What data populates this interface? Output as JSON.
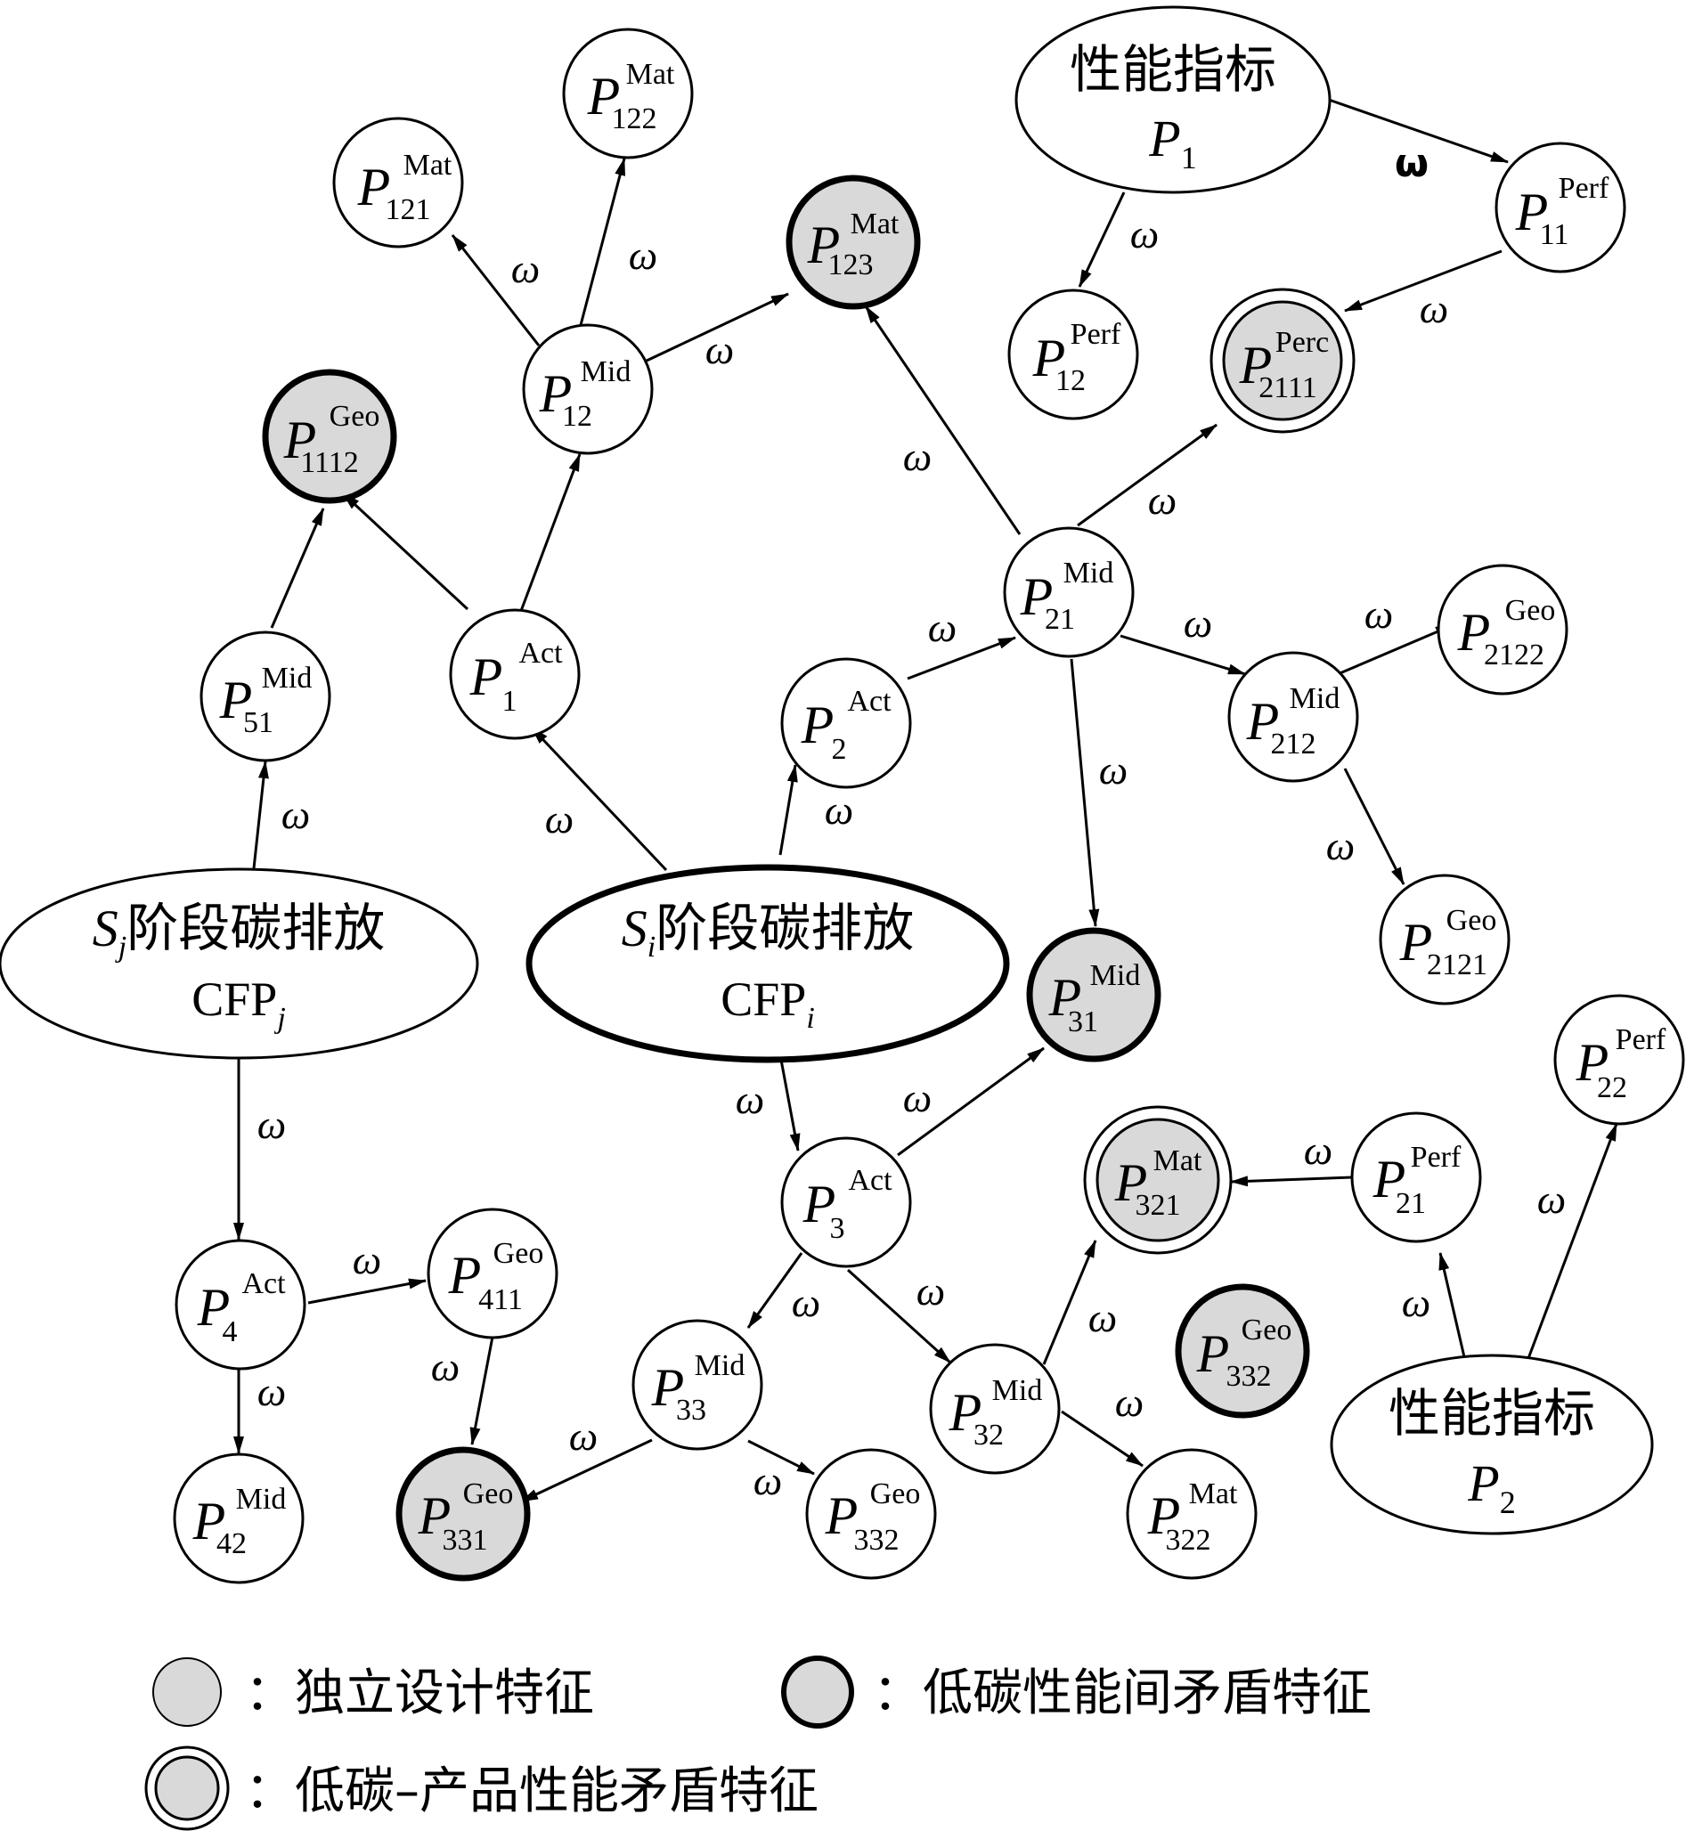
{
  "colors": {
    "stroke": "#000000",
    "background": "#ffffff",
    "feature_fill": "#d9d9d9"
  },
  "edge_symbol": "ω",
  "edge_symbol_bold": "ω",
  "nodes": {
    "P1_perf_index": {
      "title": "性能指标",
      "label": "P",
      "sub": "1"
    },
    "P2_perf_index": {
      "title": "性能指标",
      "label": "P",
      "sub": "2"
    },
    "Sj": {
      "title_var": "S",
      "title_var_sub": "j",
      "title": "阶段碳排放",
      "label": "CFP",
      "sub": "j"
    },
    "Si": {
      "title_var": "S",
      "title_var_sub": "i",
      "title": "阶段碳排放",
      "label": "CFP",
      "sub": "i"
    },
    "P121": {
      "label": "P",
      "sup": "Mat",
      "sub": "121"
    },
    "P122": {
      "label": "P",
      "sup": "Mat",
      "sub": "122"
    },
    "P123": {
      "label": "P",
      "sup": "Mat",
      "sub": "123"
    },
    "P11": {
      "label": "P",
      "sup": "Perf",
      "sub": "11"
    },
    "P12perf": {
      "label": "P",
      "sup": "Perf",
      "sub": "12"
    },
    "P2111": {
      "label": "P",
      "sup": "Perc",
      "sub": "2111"
    },
    "P12mid": {
      "label": "P",
      "sup": "Mid",
      "sub": "12"
    },
    "P1112": {
      "label": "P",
      "sup": "Geo",
      "sub": "1112"
    },
    "P21mid": {
      "label": "P",
      "sup": "Mid",
      "sub": "21"
    },
    "P2122": {
      "label": "P",
      "sup": "Geo",
      "sub": "2122"
    },
    "P51": {
      "label": "P",
      "sup": "Mid",
      "sub": "51"
    },
    "P1act": {
      "label": "P",
      "sup": "Act",
      "sub": "1"
    },
    "P2act": {
      "label": "P",
      "sup": "Act",
      "sub": "2"
    },
    "P212": {
      "label": "P",
      "sup": "Mid",
      "sub": "212"
    },
    "P2121": {
      "label": "P",
      "sup": "Geo",
      "sub": "2121"
    },
    "P31": {
      "label": "P",
      "sup": "Mid",
      "sub": "31"
    },
    "P22": {
      "label": "P",
      "sup": "Perf",
      "sub": "22"
    },
    "P3act": {
      "label": "P",
      "sup": "Act",
      "sub": "3"
    },
    "P321": {
      "label": "P",
      "sup": "Mat",
      "sub": "321"
    },
    "P21perf": {
      "label": "P",
      "sup": "Perf",
      "sub": "21"
    },
    "P4act": {
      "label": "P",
      "sup": "Act",
      "sub": "4"
    },
    "P411": {
      "label": "P",
      "sup": "Geo",
      "sub": "411"
    },
    "P332a": {
      "label": "P",
      "sup": "Geo",
      "sub": "332"
    },
    "P33": {
      "label": "P",
      "sup": "Mid",
      "sub": "33"
    },
    "P32": {
      "label": "P",
      "sup": "Mid",
      "sub": "32"
    },
    "P42": {
      "label": "P",
      "sup": "Mid",
      "sub": "42"
    },
    "P331": {
      "label": "P",
      "sup": "Geo",
      "sub": "331"
    },
    "P332b": {
      "label": "P",
      "sup": "Geo",
      "sub": "332"
    },
    "P322": {
      "label": "P",
      "sup": "Mat",
      "sub": "322"
    }
  },
  "legend": {
    "independent": "：独立设计特征",
    "lowcarbon_conflict": "：低碳性能间矛盾特征",
    "product_conflict": "：低碳–产品性能矛盾特征"
  }
}
